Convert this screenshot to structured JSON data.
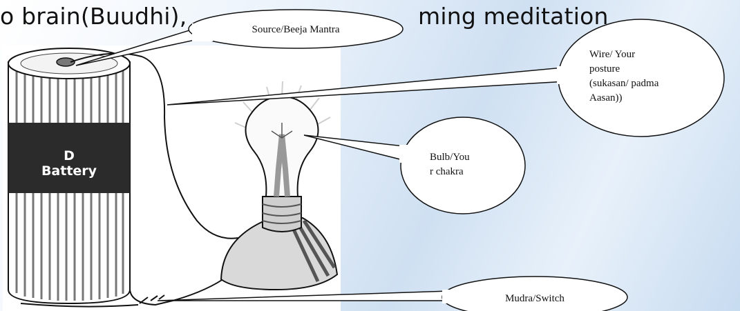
{
  "slide": {
    "text_left": "o brain(Buudhi),",
    "text_right": "ming meditation"
  },
  "battery": {
    "label_line1": "D",
    "label_line2": "Battery"
  },
  "callouts": {
    "source": "Source/Beeja  Mantra",
    "wire": [
      "Wire/ Your",
      "posture",
      "(sukasan/ padma",
      "Aasan))"
    ],
    "bulb": [
      "Bulb/You",
      "r chakra"
    ],
    "switch": "Mudra/Switch"
  },
  "colors": {
    "line": "#111111",
    "battery_band": "#2b2b2b",
    "callout_fill": "#ffffff"
  }
}
